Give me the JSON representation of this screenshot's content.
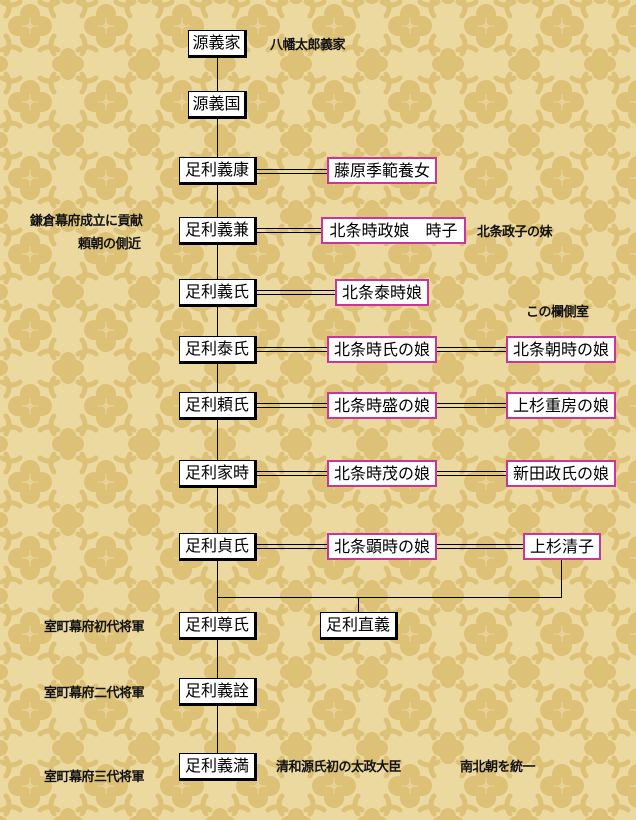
{
  "colors": {
    "background_light": "#ecd9a0",
    "background_pattern": "#dcc176",
    "person_border": "#000000",
    "spouse_border": "#c8369b",
    "box_fill": "#ffffff"
  },
  "lineage": [
    {
      "name": "源義家",
      "note": "八幡太郎義家"
    },
    {
      "name": "源義国"
    },
    {
      "name": "足利義康",
      "spouse": "藤原季範養女"
    },
    {
      "name": "足利義兼",
      "spouse": "北条時政娘　時子",
      "note": "北条政子の妹",
      "left_note": [
        "鎌倉幕府成立に貢献",
        "頼朝の側近"
      ]
    },
    {
      "name": "足利義氏",
      "spouse": "北条泰時娘"
    },
    {
      "name": "足利泰氏",
      "spouse": "北条時氏の娘",
      "concubine": "北条朝時の娘"
    },
    {
      "name": "足利頼氏",
      "spouse": "北条時盛の娘",
      "concubine": "上杉重房の娘"
    },
    {
      "name": "足利家時",
      "spouse": "北条時茂の娘",
      "concubine": "新田政氏の娘"
    },
    {
      "name": "足利貞氏",
      "spouse": "北条顕時の娘",
      "concubine": "上杉清子"
    },
    {
      "name": "足利尊氏",
      "sibling": "足利直義",
      "left_note": "室町幕府初代将軍"
    },
    {
      "name": "足利義詮",
      "left_note": "室町幕府二代将軍"
    },
    {
      "name": "足利義満",
      "left_note": "室町幕府三代将軍",
      "notes": [
        "清和源氏初の太政大臣",
        "南北朝を統一"
      ]
    }
  ],
  "legend": {
    "concubine_column": "この欄側室"
  }
}
